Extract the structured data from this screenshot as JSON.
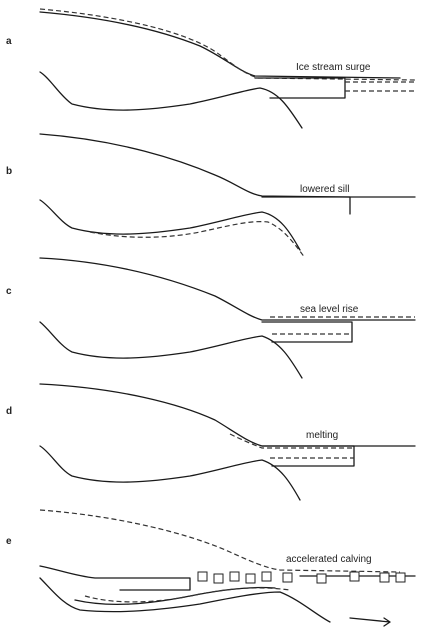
{
  "panels": [
    {
      "letter": "a",
      "label": "Ice stream surge"
    },
    {
      "letter": "b",
      "label": "lowered sill"
    },
    {
      "letter": "c",
      "label": "sea level rise"
    },
    {
      "letter": "d",
      "label": "melting"
    },
    {
      "letter": "e",
      "label": "accelerated calving"
    }
  ]
}
